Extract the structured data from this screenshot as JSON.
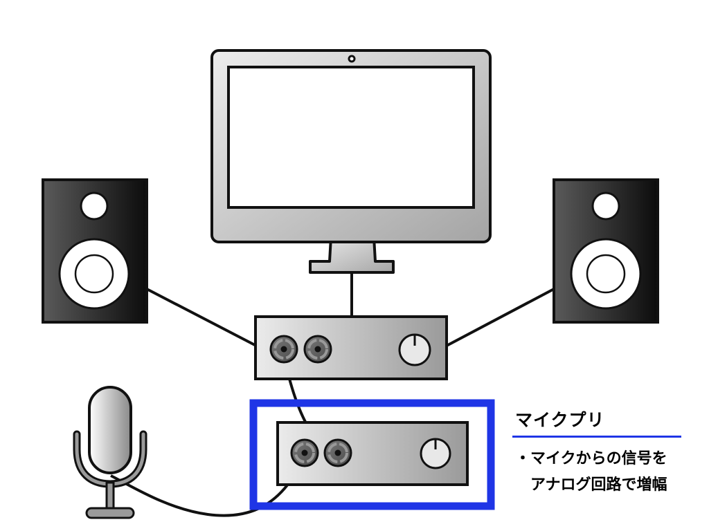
{
  "callout": {
    "title": "マイクプリ",
    "bullet": "・",
    "description_line1": "マイクからの信号を",
    "description_line2": "アナログ回路で増幅"
  },
  "colors": {
    "highlight": "#1f35e6",
    "stroke": "#111111",
    "speaker_dark": "#111111",
    "device_light": "#ebebeb",
    "device_dark": "#9a9a9a"
  },
  "icons": {
    "monitor": "monitor-icon",
    "left_speaker": "speaker-icon",
    "right_speaker": "speaker-icon",
    "audio_interface": "audio-interface-icon",
    "mic_preamp": "mic-preamp-icon",
    "microphone": "microphone-icon"
  }
}
